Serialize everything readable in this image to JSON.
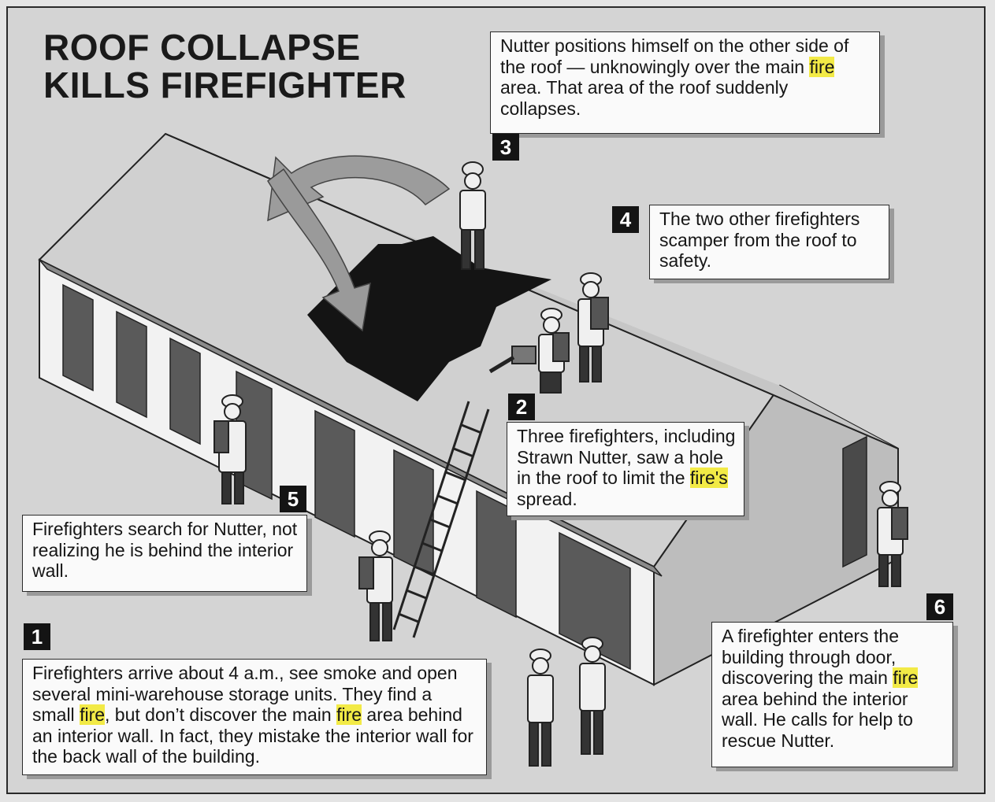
{
  "title": {
    "line1": "ROOF COLLAPSE",
    "line2": "KILLS FIREFIGHTER"
  },
  "steps": [
    {
      "number": "1",
      "before": "Firefighters arrive about 4 a.m., see smoke and open several mini-warehouse storage units. They find a small ",
      "hl1": "fire",
      "middle": ", but don’t discover the main ",
      "hl2": "fire",
      "after": " area behind an interior wall.  In fact, they mistake the interior wall for the back wall of the building."
    },
    {
      "number": "2",
      "before": "Three firefighters, including Strawn Nutter, saw a hole in the roof to limit the ",
      "hl1": "fire's",
      "after": " spread."
    },
    {
      "number": "3",
      "before": "Nutter positions himself on the other side of the roof — unknowingly over the main ",
      "hl1": "fire",
      "after": " area. That area of the roof suddenly collapses."
    },
    {
      "number": "4",
      "before": "The two other firefighters scamper from the roof to safety."
    },
    {
      "number": "5",
      "before": "Firefighters search for Nutter, not realizing he is behind the interior wall."
    },
    {
      "number": "6",
      "before": "A firefighter enters the building through door, discovering the main ",
      "hl1": "fire",
      "after": " area behind the interior wall. He calls for help to rescue Nutter."
    }
  ],
  "colors": {
    "highlight": "#f2ea46",
    "ink": "#161616",
    "paper": "#fafafa"
  }
}
